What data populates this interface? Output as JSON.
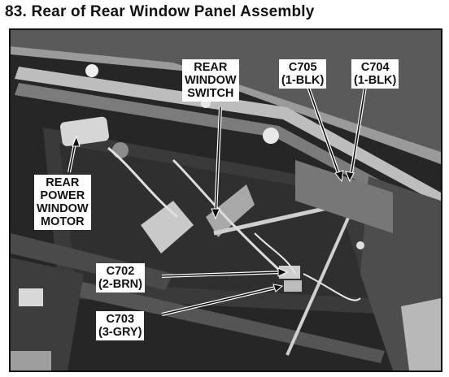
{
  "figure": {
    "title": "83. Rear of Rear Window Panel Assembly"
  },
  "callouts": {
    "rear_window_switch": [
      "REAR",
      "WINDOW",
      "SWITCH"
    ],
    "c705": [
      "C705",
      "(1-BLK)"
    ],
    "c704": [
      "C704",
      "(1-BLK)"
    ],
    "rear_power_window_motor": [
      "REAR",
      "POWER",
      "WINDOW",
      "MOTOR"
    ],
    "c702": [
      "C702",
      "(2-BRN)"
    ],
    "c703": [
      "C703",
      "(3-GRY)"
    ]
  }
}
